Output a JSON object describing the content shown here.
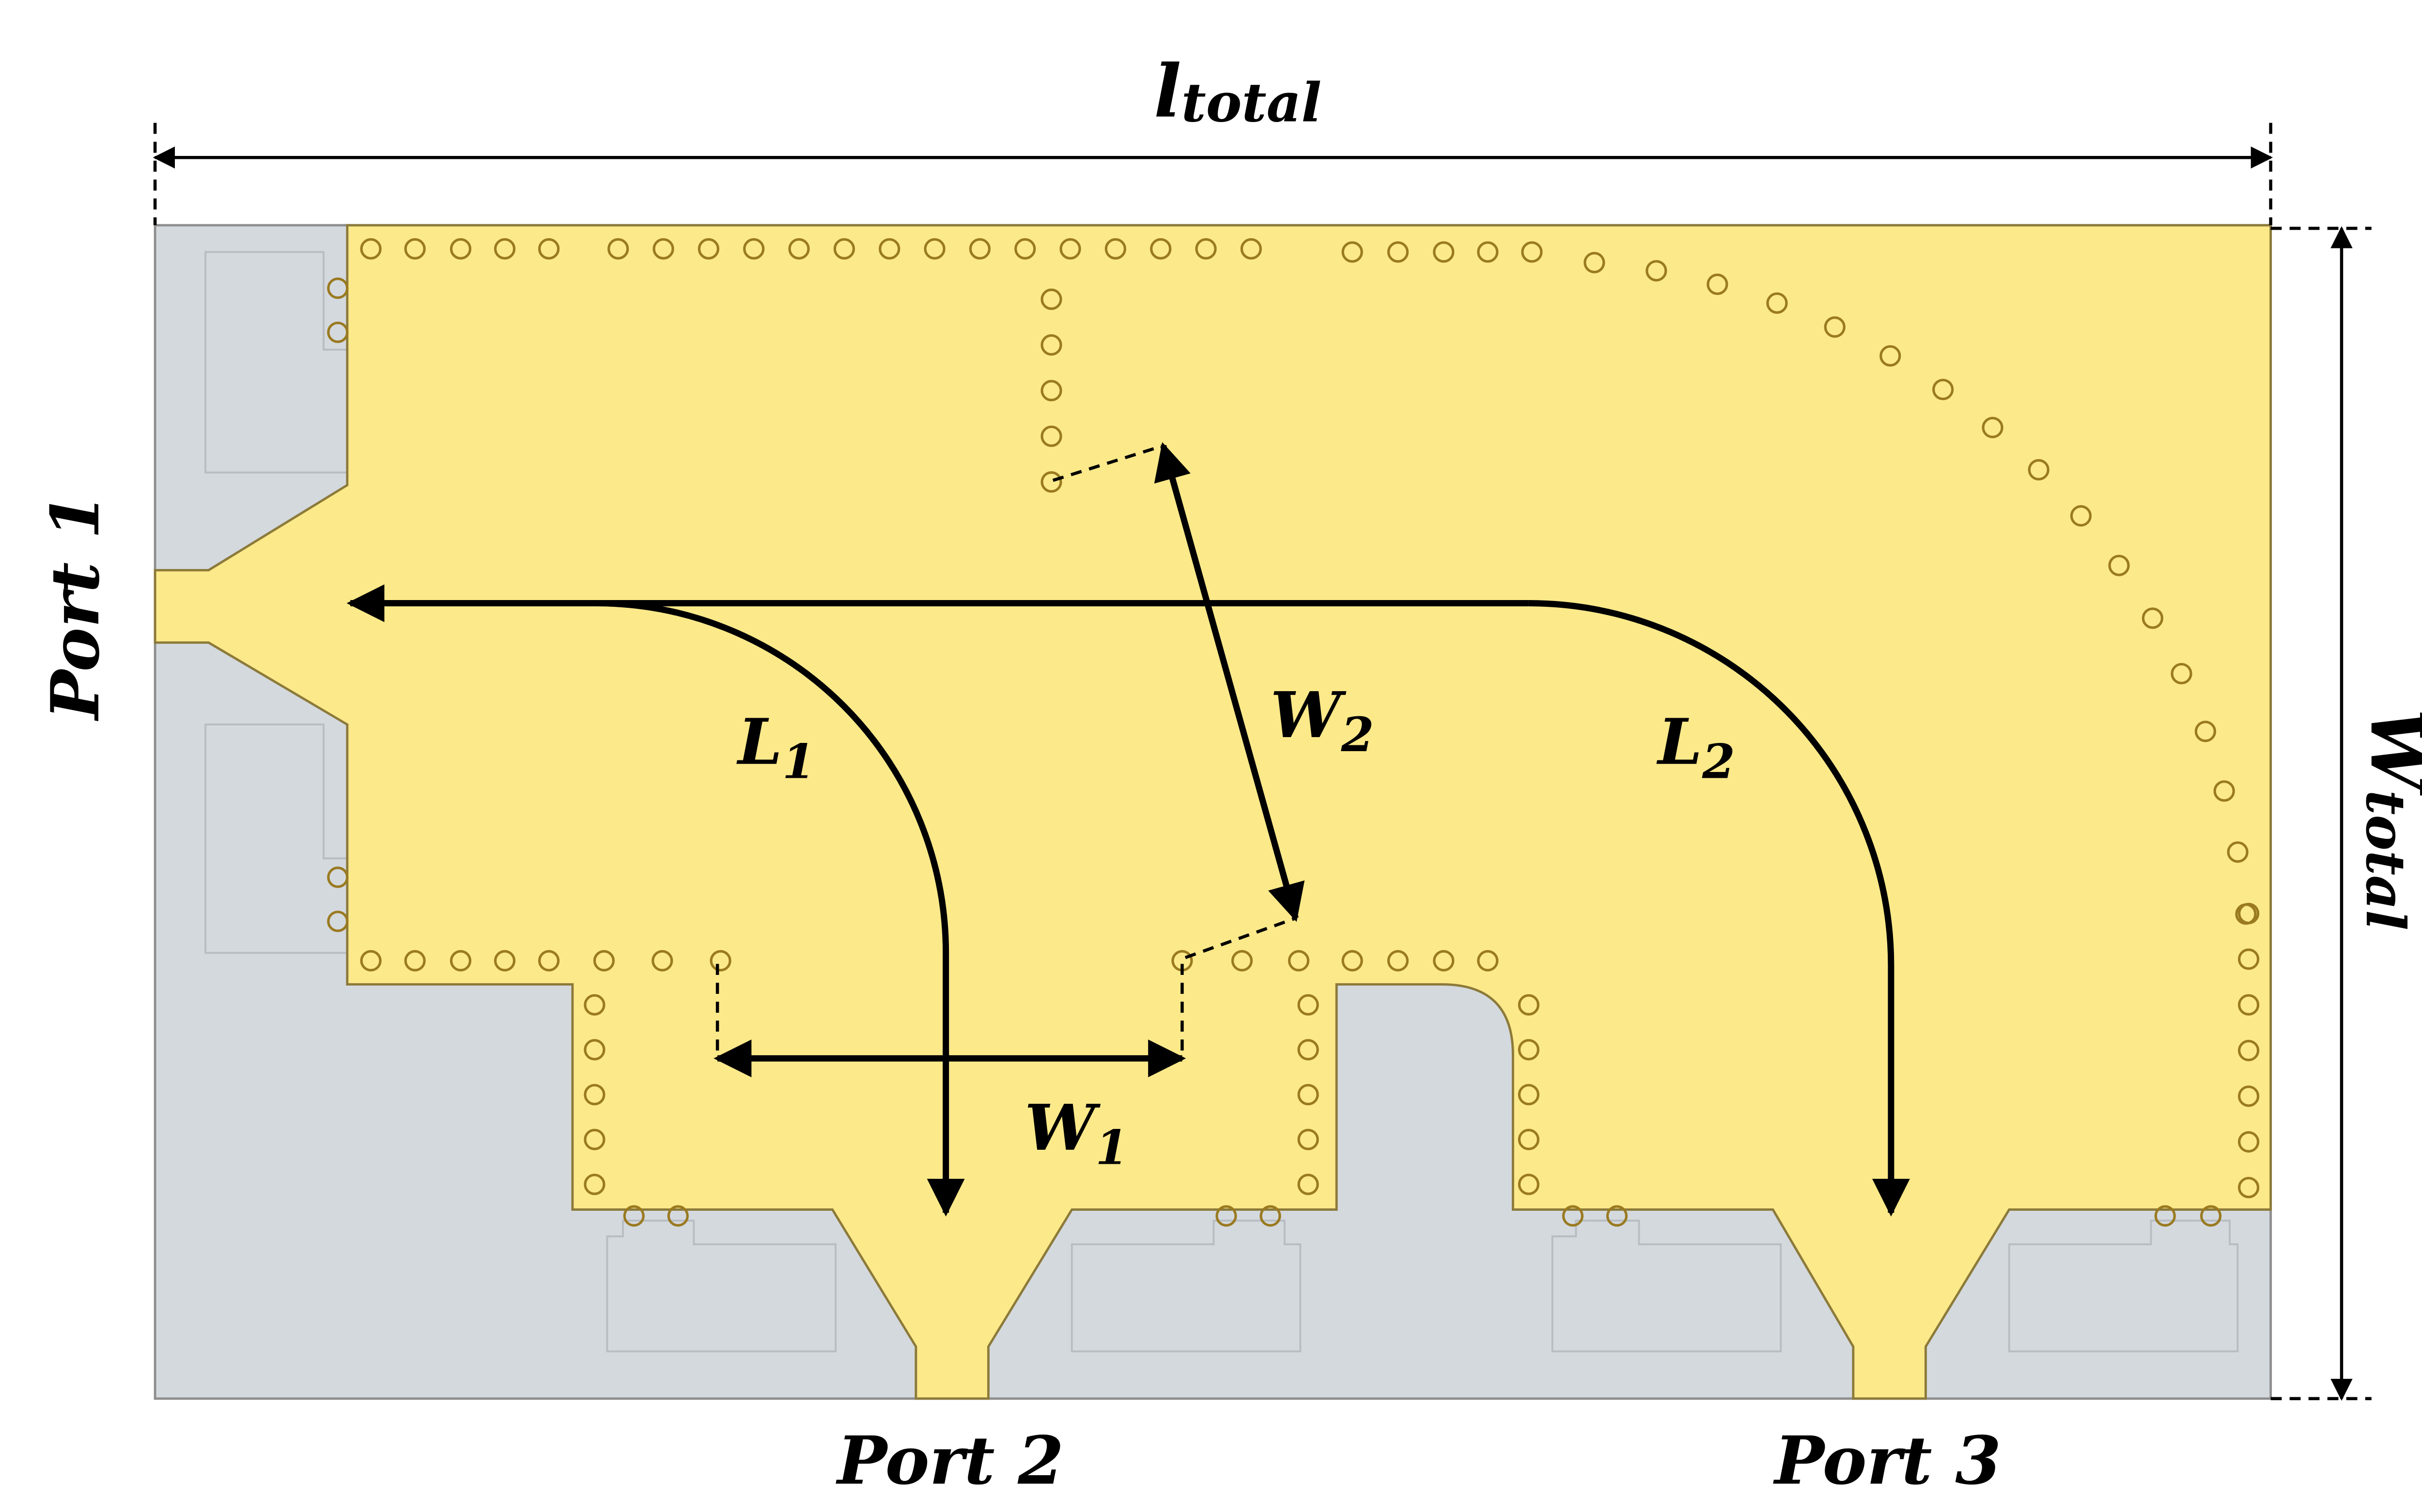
{
  "labels": {
    "l_total": {
      "main": "l",
      "sub": "total"
    },
    "w_total": {
      "main": "W",
      "sub": "total"
    },
    "W1": {
      "main": "W",
      "sub": "1"
    },
    "W2": {
      "main": "W",
      "sub": "2"
    },
    "L1": {
      "main": "L",
      "sub": "1"
    },
    "L2": {
      "main": "L",
      "sub": "2"
    },
    "port1": "Port 1",
    "port2": "Port 2",
    "port3": "Port 3"
  },
  "colors": {
    "copper": "#FCE98A",
    "copper_edge": "#8C7A3A",
    "substrate": "#D4D9DE",
    "substrate_edge": "#8E8E8E",
    "via_stroke": "#9A7A20",
    "arrow": "#000000"
  }
}
